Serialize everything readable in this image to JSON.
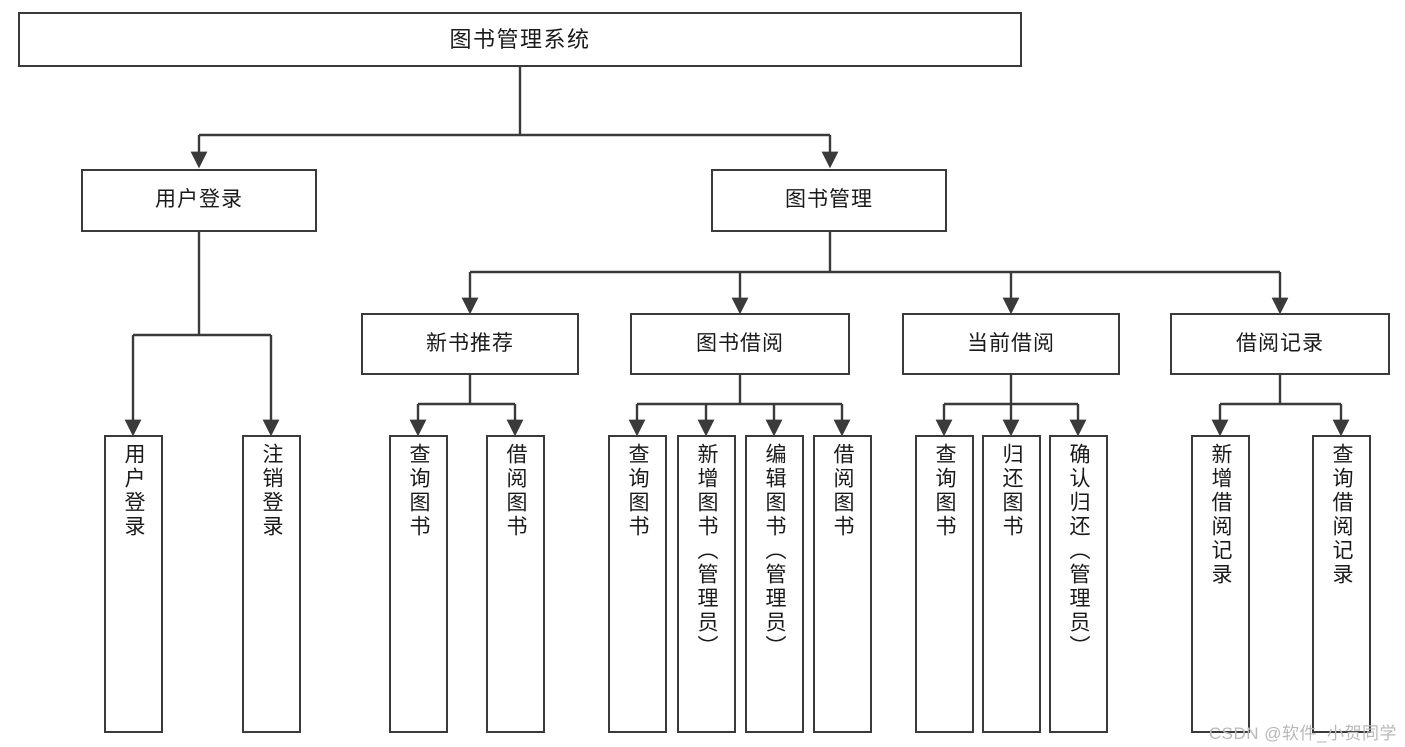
{
  "diagram": {
    "title": "图书管理系统",
    "type": "tree-hierarchy",
    "stroke_color": "#3a3a3a",
    "background_color": "#ffffff",
    "text_color": "#1a1a1a"
  },
  "nodes": {
    "root": {
      "label": "图书管理系统"
    },
    "level2": [
      {
        "label": "用户登录"
      },
      {
        "label": "图书管理"
      }
    ],
    "level3": [
      {
        "label": "新书推荐"
      },
      {
        "label": "图书借阅"
      },
      {
        "label": "当前借阅"
      },
      {
        "label": "借阅记录"
      }
    ],
    "leaves": {
      "user_login": [
        {
          "label": "用户登录"
        },
        {
          "label": "注销登录"
        }
      ],
      "new_book": [
        {
          "label": "查询图书"
        },
        {
          "label": "借阅图书"
        }
      ],
      "book_borrow": [
        {
          "label": "查询图书"
        },
        {
          "label": "新增图书（管理员）"
        },
        {
          "label": "编辑图书（管理员）"
        },
        {
          "label": "借阅图书"
        }
      ],
      "current_borrow": [
        {
          "label": "查询图书"
        },
        {
          "label": "归还图书"
        },
        {
          "label": "确认归还（管理员）"
        }
      ],
      "borrow_record": [
        {
          "label": "新增借阅记录"
        },
        {
          "label": "查询借阅记录"
        }
      ]
    }
  },
  "watermark": {
    "text": "CSDN @软件_小贺同学"
  }
}
